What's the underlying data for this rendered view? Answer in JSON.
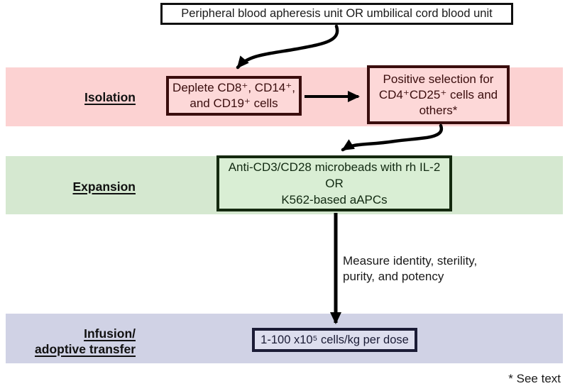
{
  "figure": {
    "source_box_label": "Peripheral blood apheresis unit OR umbilical cord blood unit",
    "footnote": "* See text"
  },
  "stages": {
    "isolation": {
      "label": "Isolation"
    },
    "expansion": {
      "label": "Expansion"
    },
    "infusion": {
      "lines": [
        "Infusion/",
        "adoptive transfer"
      ]
    }
  },
  "boxes": {
    "deplete": {
      "lines": [
        "Deplete CD8⁺, CD14⁺,",
        "and CD19⁺ cells"
      ]
    },
    "positive_selection": {
      "lines": [
        "Positive selection for",
        "CD4⁺CD25⁺ cells and",
        "others*"
      ]
    },
    "expansion": {
      "lines": [
        "Anti-CD3/CD28 microbeads with rh IL-2",
        "OR",
        "K562-based aAPCs"
      ]
    },
    "dose": {
      "label": "1-100 x10⁵ cells/kg per dose"
    }
  },
  "annotations": {
    "measure": {
      "lines": [
        "Measure identity, sterility,",
        "purity, and potency"
      ]
    }
  },
  "colors": {
    "band_isolation": "#fcd2d2",
    "band_expansion": "#d5e8d0",
    "band_infusion": "#d0d2e5",
    "isolation_box_border": "#3a0d0d",
    "isolation_box_fill": "#fdd8d8",
    "expansion_box_border": "#14290f",
    "expansion_box_fill": "#d9eed4",
    "infusion_box_border": "#1b1c36",
    "infusion_box_fill": "#dddeee",
    "arrow": "#000000"
  }
}
